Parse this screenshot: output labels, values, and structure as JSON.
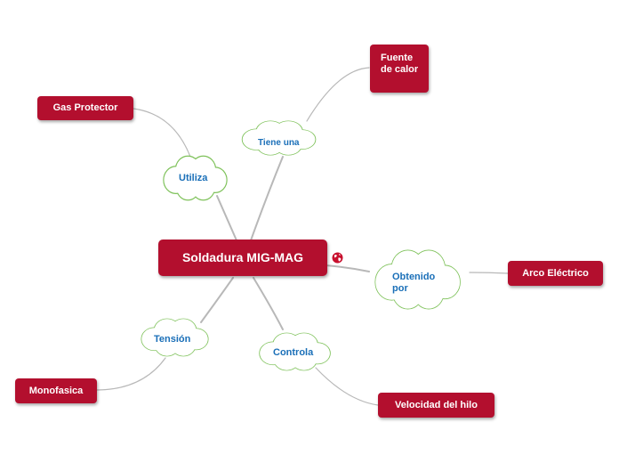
{
  "central": {
    "label": "Soldadura MIG-MAG"
  },
  "topics": {
    "gas": "Gas Protector",
    "fuente": "Fuente de calor",
    "arco": "Arco Eléctrico",
    "velocidad": "Velocidad del hilo",
    "monofasica": "Monofasica"
  },
  "relations": {
    "utiliza": "Utiliza",
    "tiene": "Tiene una",
    "obtenido": "Obtenido por",
    "controla": "Controla",
    "tension": "Tensión"
  },
  "icons": {
    "central_link": "globe-icon"
  },
  "colors": {
    "node": "#b30f2e",
    "cloud_border": "#7fc25b",
    "cloud_text": "#1a6fb8",
    "connector": "#b8b8b8"
  }
}
